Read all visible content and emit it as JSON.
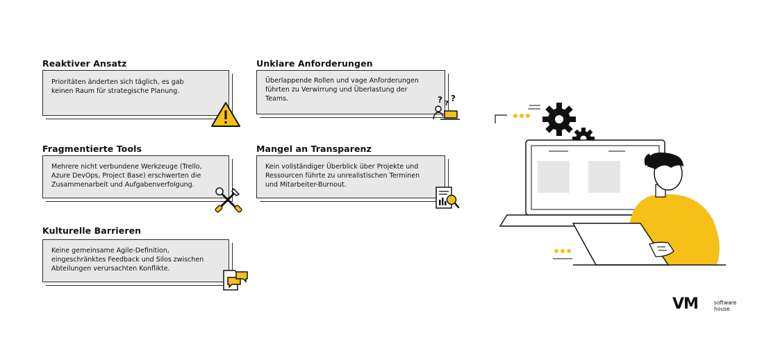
{
  "challenges": [
    {
      "id": "reaktiv",
      "title": "Reaktiver Ansatz",
      "text": "Prioritäten änderten sich täglich, es gab keinen Raum für strategische Planung.",
      "icon": "warning-icon"
    },
    {
      "id": "unklar",
      "title": "Unklare Anforderungen",
      "text": "Überlappende Rollen und vage Anforderungen führten zu Verwirrung und Überlastung der Teams.",
      "icon": "confused-person-icon"
    },
    {
      "id": "tools",
      "title": "Fragmentierte Tools",
      "text": "Mehrere nicht verbundene Werkzeuge (Trello, Azure DevOps, Project Base) erschwerten die Zusammenarbeit und Aufgabenverfolgung.",
      "icon": "tools-icon"
    },
    {
      "id": "transparenz",
      "title": "Mangel an Transparenz",
      "text": "Kein vollständiger Überblick über Projekte und Ressourcen führte zu unrealistischen Terminen und Mitarbeiter-Burnout.",
      "icon": "report-search-icon"
    },
    {
      "id": "kultur",
      "title": "Kulturelle Barrieren",
      "text": "Keine gemeinsame Agile-Definition, eingeschränktes Feedback und Silos zwischen Abteilungen verursachten Konflikte.",
      "icon": "chat-document-icon"
    }
  ],
  "illustration": {
    "icon": "person-laptop-gears-illustration"
  },
  "logo": {
    "mark": "VM",
    "line1": "software",
    "line2": "house"
  },
  "colors": {
    "accent": "#F6C018",
    "card_bg": "#e8e8e8",
    "border": "#2b2b2b"
  }
}
